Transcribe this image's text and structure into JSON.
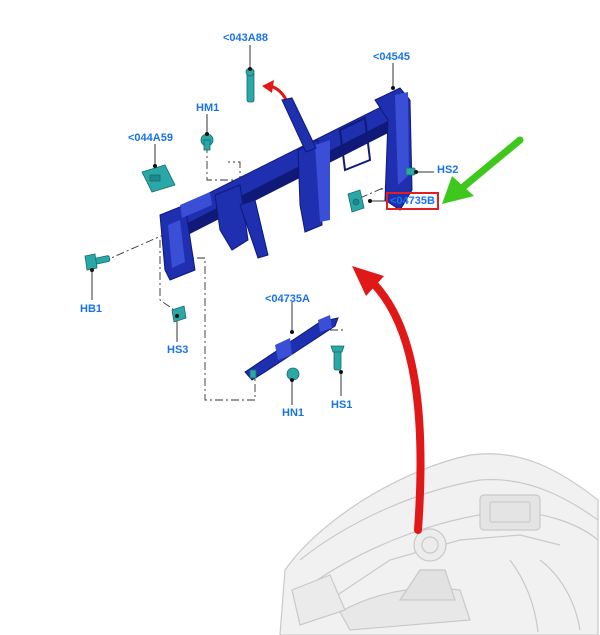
{
  "colors": {
    "label": "#1a73e8",
    "frame": "#1e2fb0",
    "frame_dark": "#0f1a78",
    "fastener": "#2aa7a7",
    "red_arrow": "#e01818",
    "green_arrow": "#3ec81e",
    "leader": "#333333",
    "dashboard": "#c9c9c9"
  },
  "labels": {
    "c043a88": "<043A88",
    "c04545": "<04545",
    "hm1": "HM1",
    "c044a59": "<044A59",
    "hs2": "HS2",
    "c04735b": "<04735B",
    "hb1": "HB1",
    "c04735a": "<04735A",
    "hs3": "HS3",
    "hn1": "HN1",
    "hs1": "HS1"
  },
  "highlighted_label": "<04735B",
  "icons": {
    "callout": "red-curved-arrow-icon",
    "pointer": "green-arrow-icon"
  }
}
